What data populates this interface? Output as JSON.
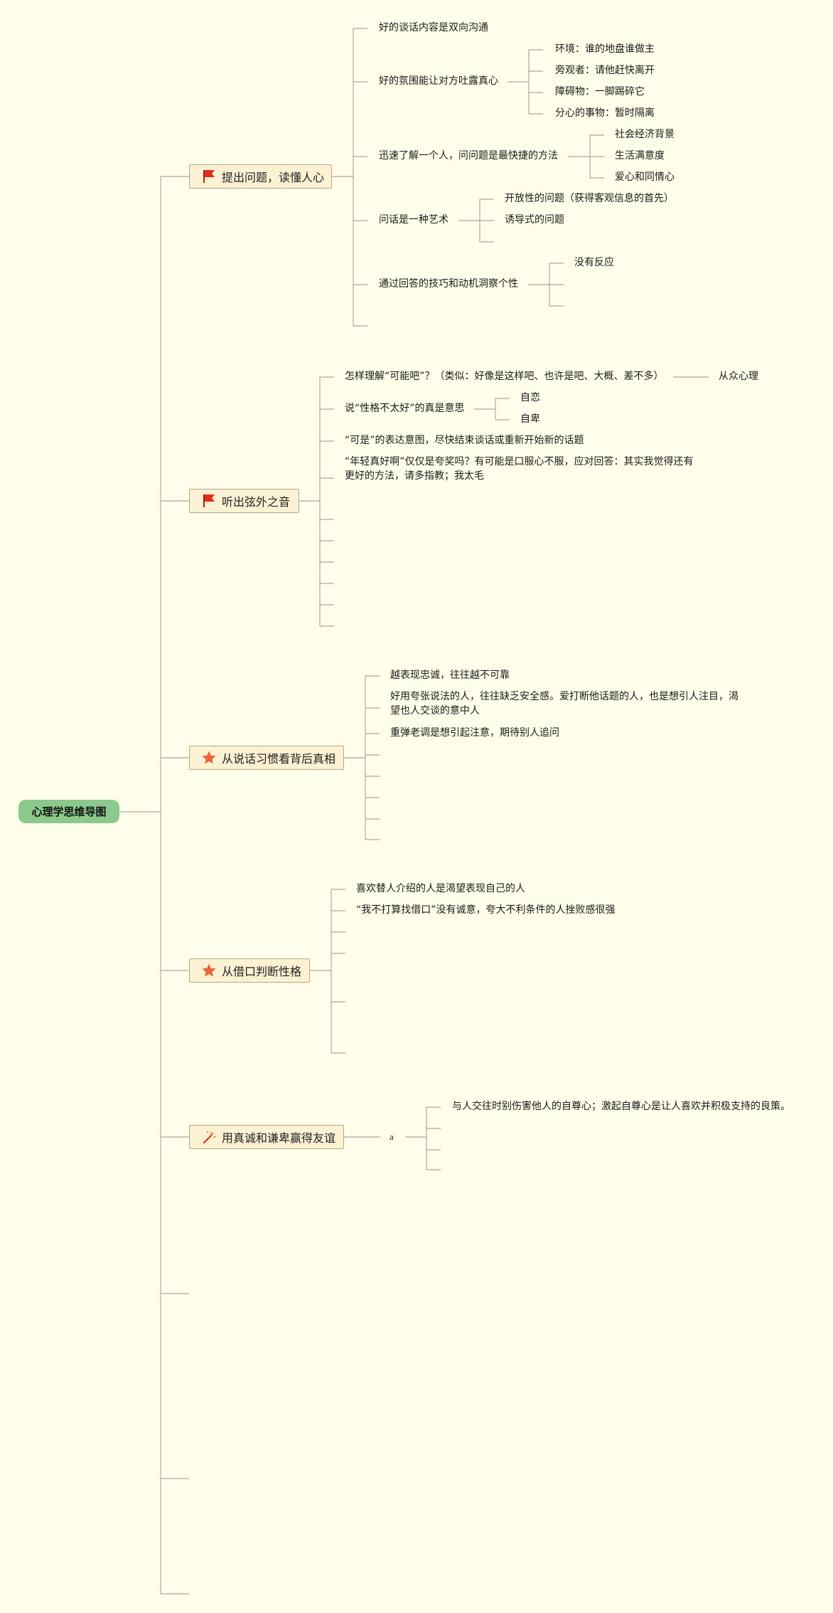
{
  "root": {
    "label": "心理学思维导图"
  },
  "colors": {
    "background": "#fefeea",
    "root_fill": "#8cc98d",
    "topic_fill": "#fcf1d2",
    "flag": "#e02c1a",
    "star": "#e8633a"
  },
  "topics": [
    {
      "label": "提出问题，读懂人心",
      "icon": "flag-icon",
      "children": [
        {
          "text": "好的谈话内容是双向沟通"
        },
        {
          "text": "好的氛围能让对方吐露真心",
          "children": [
            "环境：谁的地盘谁做主",
            "旁观者：请他赶快离开",
            "障碍物：一脚踢碎它",
            "分心的事物：暂时隔离"
          ]
        },
        {
          "text": "迅速了解一个人，问问题是最快捷的方法",
          "children": [
            "社会经济背景",
            "生活满意度",
            "爱心和同情心"
          ]
        },
        {
          "text": "问话是一种艺术",
          "children": [
            "开放性的问题（获得客观信息的首先）",
            "诱导式的问题"
          ]
        },
        {
          "text": "通过回答的技巧和动机洞察个性",
          "children": [
            "没有反应"
          ]
        }
      ]
    },
    {
      "label": "听出弦外之音",
      "icon": "flag-icon",
      "children": [
        {
          "text": "怎样理解“可能吧”？（类似：好像是这样吧、也许是吧、大概、差不多）",
          "children": [
            "从众心理"
          ]
        },
        {
          "text": "说“性格不太好”的真是意思",
          "children": [
            "自恋",
            "自卑"
          ]
        },
        {
          "text": "“可是”的表达意图，尽快结束谈话或重新开始新的话题"
        },
        {
          "text": "“年轻真好啊”仅仅是夸奖吗？有可能是口服心不服，应对回答：其实我觉得还有更好的方法，请多指教；我太毛"
        }
      ]
    },
    {
      "label": "从说话习惯看背后真相",
      "icon": "star-icon",
      "children": [
        {
          "text": "越表现忠诚，往往越不可靠"
        },
        {
          "text": "好用夸张说法的人，往往缺乏安全感。爱打断他话题的人，也是想引人注目，渴望也人交谈的意中人"
        },
        {
          "text": "重弹老调是想引起注意，期待别人追问"
        }
      ]
    },
    {
      "label": "从借口判断性格",
      "icon": "star-icon",
      "children": [
        {
          "text": "喜欢替人介绍的人是渴望表现自己的人"
        },
        {
          "text": "“我不打算找借口”没有诚意，夸大不利条件的人挫败感很强"
        }
      ]
    },
    {
      "label": "用真诚和谦卑赢得友谊",
      "icon": "magic-wand-icon",
      "children": [
        {
          "text": "a",
          "children": [
            "与人交往时别伤害他人的自尊心；激起自尊心是让人喜欢并积极支持的良策。"
          ]
        }
      ]
    }
  ]
}
